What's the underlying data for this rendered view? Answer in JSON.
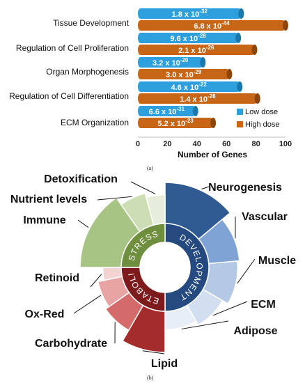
{
  "captions": {
    "a": "(a)",
    "b": "(b)"
  },
  "colors": {
    "low_dose": "#2d9fdc",
    "low_dose_dark": "#1a78ad",
    "high_dose": "#c76616",
    "high_dose_dark": "#8e4508",
    "development": "#244a80",
    "stress": "#6f8f3e",
    "metabolic": "#7c1a1c"
  },
  "chart_data": [
    {
      "type": "bar",
      "orientation": "horizontal",
      "categories": [
        "Tissue Development",
        "Regulation of Cell Proliferation",
        "Organ Morphogenesis",
        "Regulation of Cell Differentiation",
        "ECM Organization"
      ],
      "series": [
        {
          "name": "Low dose",
          "color": "#2d9fdc",
          "values": [
            70,
            68,
            44,
            69,
            39
          ],
          "labels": [
            [
              "1.8 x 10",
              "-32"
            ],
            [
              "9.6 x 10",
              "-28"
            ],
            [
              "3.2 x 10",
              "-20"
            ],
            [
              "4.6 x 10",
              "-22"
            ],
            [
              "6.6 x 10",
              "-31"
            ]
          ]
        },
        {
          "name": "High dose",
          "color": "#c76616",
          "values": [
            100,
            79,
            62,
            81,
            51
          ],
          "labels": [
            [
              "6.8 x 10",
              "-44"
            ],
            [
              "2.1 x 10",
              "-26"
            ],
            [
              "3.0 x 10",
              "-29"
            ],
            [
              "1.4 x 10",
              "-28"
            ],
            [
              "5.2 x 10",
              "-23"
            ]
          ]
        }
      ],
      "xlabel": "Number of Genes",
      "xlim": [
        0,
        100
      ],
      "xticks": [
        "0",
        "20",
        "40",
        "60",
        "80",
        "100"
      ],
      "legend_position": "bottom-right",
      "grid": false
    },
    {
      "type": "pie",
      "subtype": "sunburst",
      "inner": [
        {
          "name": "DEVELOPMENT",
          "color": "#244a80",
          "start_deg": 0,
          "end_deg": 180
        },
        {
          "name": "METABOLIC",
          "color": "#7c1a1c",
          "start_deg": 180,
          "end_deg": 270
        },
        {
          "name": "STRESS",
          "color": "#6f8f3e",
          "start_deg": 270,
          "end_deg": 360
        }
      ],
      "outer": [
        {
          "name": "Neurogenesis",
          "group": "DEVELOPMENT",
          "start_deg": 0,
          "end_deg": 50,
          "level": 1.0,
          "color": "#2f5a92"
        },
        {
          "name": "Vascular",
          "group": "DEVELOPMENT",
          "start_deg": 50,
          "end_deg": 85,
          "level": 0.75,
          "color": "#7fa3d4"
        },
        {
          "name": "Muscle",
          "group": "DEVELOPMENT",
          "start_deg": 85,
          "end_deg": 120,
          "level": 0.7,
          "color": "#b4c9e6"
        },
        {
          "name": "ECM",
          "group": "DEVELOPMENT",
          "start_deg": 120,
          "end_deg": 150,
          "level": 0.55,
          "color": "#d2dff0"
        },
        {
          "name": "Adipose",
          "group": "DEVELOPMENT",
          "start_deg": 150,
          "end_deg": 180,
          "level": 0.45,
          "color": "#e8eef8"
        },
        {
          "name": "Lipid",
          "group": "METABOLIC",
          "start_deg": 180,
          "end_deg": 210,
          "level": 1.0,
          "color": "#a52c2c"
        },
        {
          "name": "Carbohydrate",
          "group": "METABOLIC",
          "start_deg": 210,
          "end_deg": 235,
          "level": 0.7,
          "color": "#d46a6a"
        },
        {
          "name": "Ox-Red",
          "group": "METABOLIC",
          "start_deg": 235,
          "end_deg": 258,
          "level": 0.6,
          "color": "#e8a3a3"
        },
        {
          "name": "Retinoid",
          "group": "METABOLIC",
          "start_deg": 258,
          "end_deg": 270,
          "level": 0.45,
          "color": "#f4d3d3"
        },
        {
          "name": "Immune",
          "group": "STRESS",
          "start_deg": 270,
          "end_deg": 325,
          "level": 1.0,
          "color": "#a8c484"
        },
        {
          "name": "Nutrient levels",
          "group": "STRESS",
          "start_deg": 325,
          "end_deg": 345,
          "level": 0.8,
          "color": "#cdddb4"
        },
        {
          "name": "Detoxification",
          "group": "STRESS",
          "start_deg": 345,
          "end_deg": 360,
          "level": 0.7,
          "color": "#e6eedb"
        }
      ]
    }
  ]
}
